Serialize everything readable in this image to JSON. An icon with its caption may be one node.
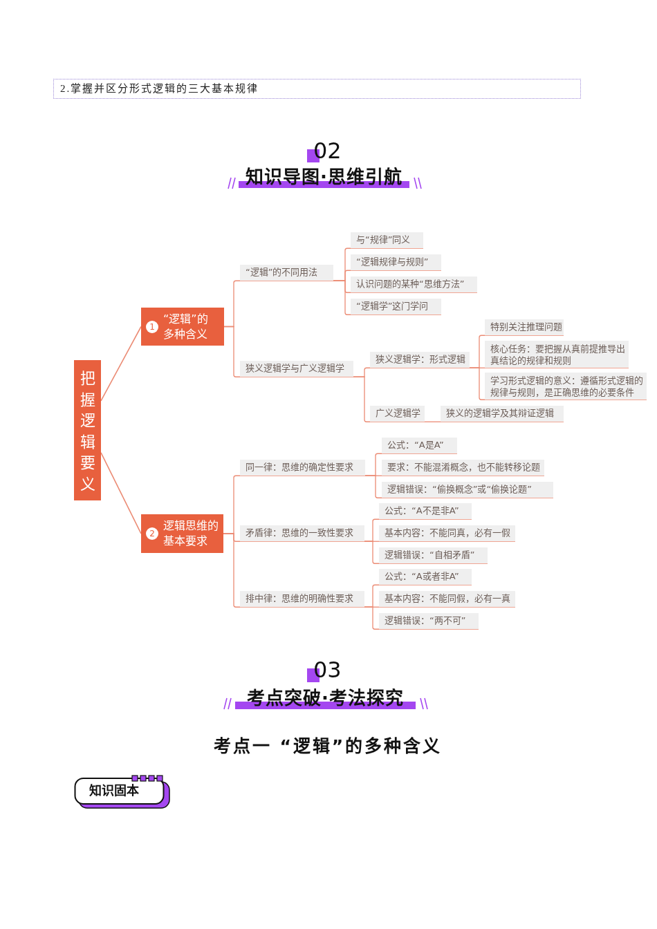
{
  "diagram": {
    "nodes": [
      {
        "text": [
          "2.掌握并区分形式逻辑的三大基本规律"
        ]
      },
      {
        "text": [
          "把握逻辑要义"
        ]
      },
      {
        "text": [
          "1",
          "“逻辑”的多种含义"
        ]
      },
      {
        "text": [
          "“逻辑”的不同用法"
        ]
      },
      {
        "text": [
          "与“规律”同义"
        ]
      },
      {
        "text": [
          "“逻辑规律与规则”"
        ]
      },
      {
        "text": [
          "认识问题的某种“思维方法”"
        ]
      },
      {
        "text": [
          "“逻辑学”这门学问"
        ]
      },
      {
        "text": [
          "狭义逻辑学与广义逻辑学"
        ]
      },
      {
        "text": [
          "狭义逻辑学：形式逻辑"
        ]
      },
      {
        "text": [
          "特别关注推理问题"
        ]
      },
      {
        "text": [
          "核心任务：要把握从真前提推导出真结论的规律和规则"
        ]
      },
      {
        "text": [
          "学习形式逻辑的意义：遵循形式逻辑的规律与规则，是正确思维的必要条件"
        ]
      },
      {
        "text": [
          "广义逻辑学"
        ]
      },
      {
        "text": [
          "狭义的逻辑学及其辩证逻辑"
        ]
      },
      {
        "text": [
          "2",
          "逻辑思维的基本要求"
        ]
      },
      {
        "text": [
          "同一律：思维的确定性要求"
        ]
      },
      {
        "text": [
          "公式：“A是A”"
        ]
      },
      {
        "text": [
          "要求：不能混淆概念，也不能转移论题"
        ]
      },
      {
        "text": [
          "逻辑错误：“偷换概念”或“偷换论题”"
        ]
      },
      {
        "text": [
          "矛盾律：思维的一致性要求"
        ]
      },
      {
        "text": [
          "公式：“A不是非A”"
        ]
      },
      {
        "text": [
          "基本内容：不能同真，必有一假"
        ]
      },
      {
        "text": [
          "逻辑错误：“自相矛盾”"
        ]
      },
      {
        "text": [
          "排中律：思维的明确性要求"
        ]
      },
      {
        "text": [
          "公式：“A或者非A”"
        ]
      },
      {
        "text": [
          "基本内容：不能同假，必有一真"
        ]
      },
      {
        "text": [
          "逻辑错误：“两不可”"
        ]
      },
      {
        "text": [
          "知识固本"
        ]
      }
    ],
    "edges": [
      {
        "from": 1,
        "to": 2,
        "arrow": "none"
      },
      {
        "from": 1,
        "to": 15,
        "arrow": "none"
      },
      {
        "from": 2,
        "to": 3,
        "arrow": "none"
      },
      {
        "from": 2,
        "to": 8,
        "arrow": "none"
      },
      {
        "from": 3,
        "to": 4,
        "arrow": "none"
      },
      {
        "from": 3,
        "to": 5,
        "arrow": "none"
      },
      {
        "from": 3,
        "to": 6,
        "arrow": "none"
      },
      {
        "from": 3,
        "to": 7,
        "arrow": "none"
      },
      {
        "from": 8,
        "to": 9,
        "arrow": "none"
      },
      {
        "from": 8,
        "to": 13,
        "arrow": "none"
      },
      {
        "from": 9,
        "to": 10,
        "arrow": "none"
      },
      {
        "from": 9,
        "to": 11,
        "arrow": "none"
      },
      {
        "from": 9,
        "to": 12,
        "arrow": "none"
      },
      {
        "from": 13,
        "to": 14,
        "arrow": "none"
      },
      {
        "from": 15,
        "to": 16,
        "arrow": "none"
      },
      {
        "from": 15,
        "to": 20,
        "arrow": "none"
      },
      {
        "from": 15,
        "to": 24,
        "arrow": "none"
      },
      {
        "from": 16,
        "to": 17,
        "arrow": "none"
      },
      {
        "from": 16,
        "to": 18,
        "arrow": "none"
      },
      {
        "from": 16,
        "to": 19,
        "arrow": "none"
      },
      {
        "from": 20,
        "to": 21,
        "arrow": "none"
      },
      {
        "from": 20,
        "to": 22,
        "arrow": "none"
      },
      {
        "from": 20,
        "to": 23,
        "arrow": "none"
      },
      {
        "from": 24,
        "to": 25,
        "arrow": "none"
      },
      {
        "from": 24,
        "to": 26,
        "arrow": "none"
      },
      {
        "from": 24,
        "to": 27,
        "arrow": "none"
      }
    ],
    "labels": [
      "02",
      "知识导图·思维引航",
      "03",
      "考点突破·考法探究",
      "考点一 “逻辑”的多种含义"
    ]
  }
}
